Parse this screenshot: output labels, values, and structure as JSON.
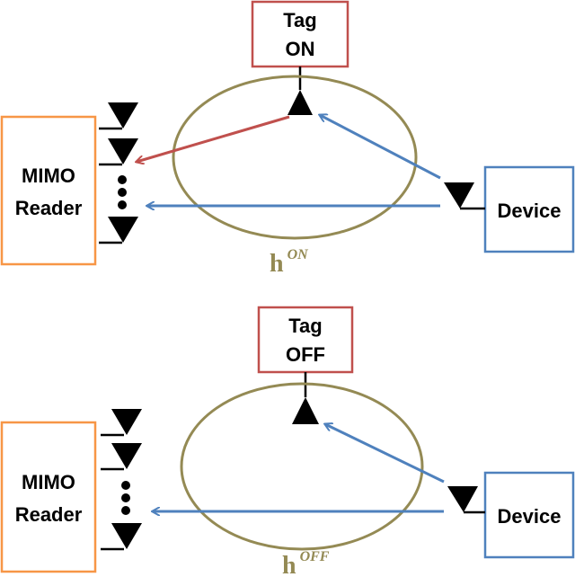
{
  "colors": {
    "reader": "#F79646",
    "tag": "#C0504D",
    "device": "#4F81BD",
    "ellipse": "#948A54",
    "reflect_arrow": "#C0504D",
    "direct_arrow": "#4F81BD",
    "antenna": "#000000"
  },
  "top": {
    "tag": {
      "line1": "Tag",
      "line2": "ON"
    },
    "reader": {
      "line1": "MIMO",
      "line2": "Reader"
    },
    "device": {
      "label": "Device"
    },
    "channel": {
      "base": "h",
      "sup": "ON"
    }
  },
  "bottom": {
    "tag": {
      "line1": "Tag",
      "line2": "OFF"
    },
    "reader": {
      "line1": "MIMO",
      "line2": "Reader"
    },
    "device": {
      "label": "Device"
    },
    "channel": {
      "base": "h",
      "sup": "OFF"
    }
  }
}
